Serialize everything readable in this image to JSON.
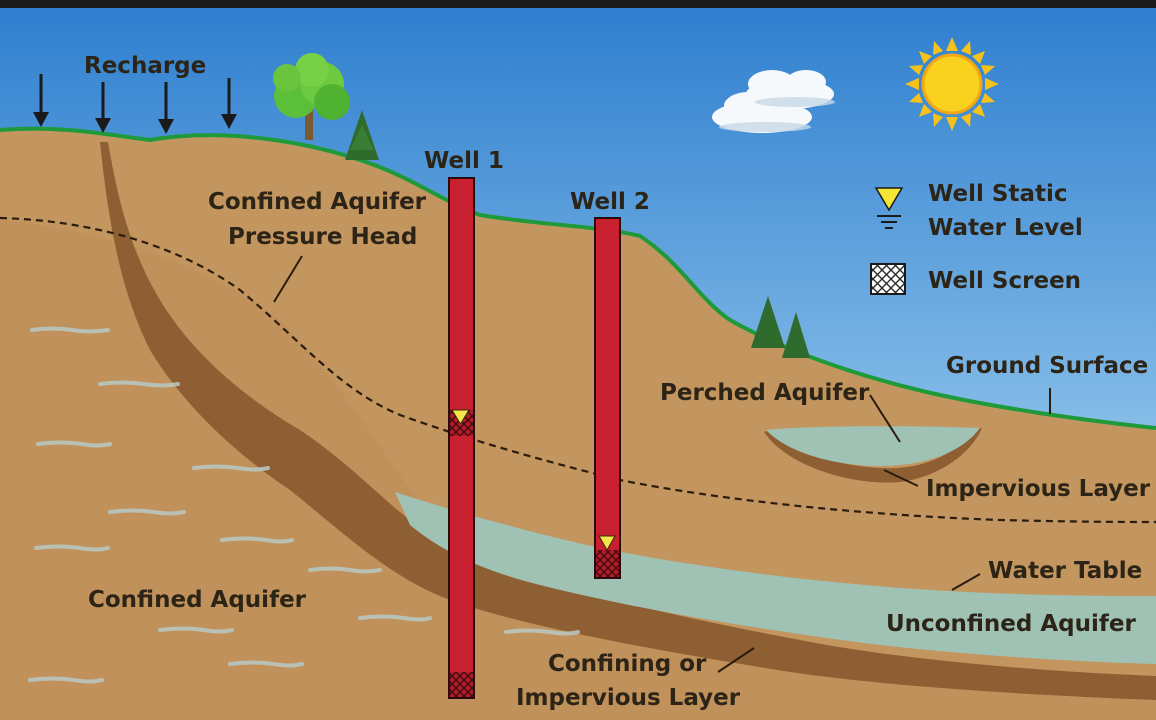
{
  "labels": {
    "recharge": "Recharge",
    "well1": "Well 1",
    "well2": "Well 2",
    "pressure_head_1": "Confined Aquifer",
    "pressure_head_2": "Pressure Head",
    "legend_static_1": "Well Static",
    "legend_static_2": "Water Level",
    "legend_screen": "Well Screen",
    "ground_surface": "Ground Surface",
    "perched_aquifer": "Perched Aquifer",
    "impervious_layer": "Impervious Layer",
    "water_table": "Water Table",
    "unconfined_aquifer": "Unconfined Aquifer",
    "confined_aquifer": "Confined Aquifer",
    "confining_1": "Confining or",
    "confining_2": "Impervious Layer"
  },
  "colors": {
    "sky_top": "#2f7fcf",
    "sky_bottom": "#d6ecf8",
    "soil": "#c3955f",
    "soil_dark": "#8f5f34",
    "grass": "#1e9a3a",
    "water": "#9fc2b4",
    "well": "#c8202e",
    "marker": "#f2e64a"
  }
}
